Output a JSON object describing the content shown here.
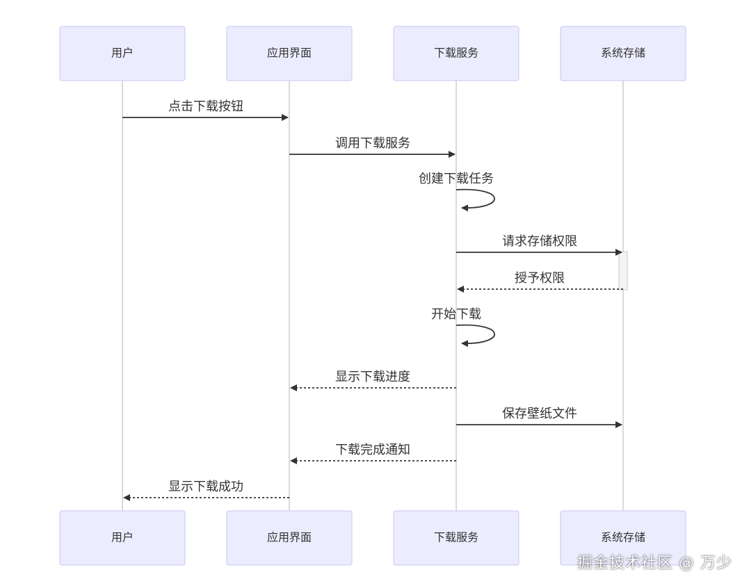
{
  "diagram": {
    "type": "sequence",
    "participants": [
      {
        "id": "user",
        "label": "用户"
      },
      {
        "id": "ui",
        "label": "应用界面"
      },
      {
        "id": "dl",
        "label": "下载服务"
      },
      {
        "id": "store",
        "label": "系统存储"
      }
    ],
    "messages": [
      {
        "from": "user",
        "to": "ui",
        "label": "点击下载按钮",
        "style": "solid"
      },
      {
        "from": "ui",
        "to": "dl",
        "label": "调用下载服务",
        "style": "solid"
      },
      {
        "from": "dl",
        "to": "dl",
        "label": "创建下载任务",
        "style": "solid"
      },
      {
        "from": "dl",
        "to": "store",
        "label": "请求存储权限",
        "style": "solid"
      },
      {
        "from": "store",
        "to": "dl",
        "label": "授予权限",
        "style": "dashed"
      },
      {
        "from": "dl",
        "to": "dl",
        "label": "开始下载",
        "style": "solid"
      },
      {
        "from": "dl",
        "to": "ui",
        "label": "显示下载进度",
        "style": "dashed"
      },
      {
        "from": "dl",
        "to": "store",
        "label": "保存壁纸文件",
        "style": "solid"
      },
      {
        "from": "dl",
        "to": "ui",
        "label": "下载完成通知",
        "style": "dashed"
      },
      {
        "from": "ui",
        "to": "user",
        "label": "显示下载成功",
        "style": "dashed"
      }
    ]
  },
  "watermark": "掘金技术社区 @ 万少"
}
